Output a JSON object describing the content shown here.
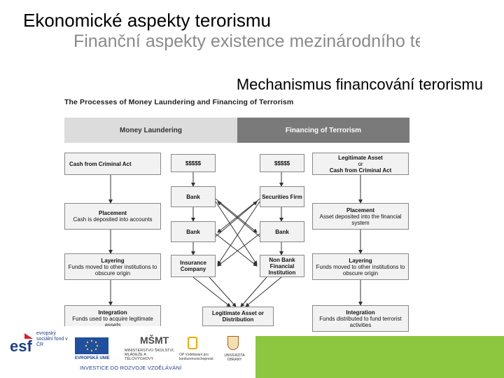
{
  "slide": {
    "title": "Ekonomické aspekty terorismu",
    "subtitle": "Finanční aspekty existence mezinárodního terorismu",
    "heading": "Mechanismus financování terorismu"
  },
  "figure": {
    "title": "The Processes of Money Laundering and Financing of Terrorism",
    "band_left": "Money Laundering",
    "band_right": "Financing of Terrorism",
    "left_column": {
      "source": "Cash from Criminal Act",
      "placement_title": "Placement",
      "placement_desc": "Cash is deposited into accounts",
      "layering_title": "Layering",
      "layering_desc": "Funds moved to other institutions to obscure origin",
      "integration_title": "Integration",
      "integration_desc": "Funds used to acquire legitimate assets"
    },
    "middle_left": {
      "cash": "$$$$$",
      "bank1": "Bank",
      "bank2": "Bank",
      "insurance": "Insurance Company"
    },
    "middle_right": {
      "cash": "$$$$$",
      "securities": "Securities Firm",
      "bank": "Bank",
      "nonbank": "Non Bank Financial Institution"
    },
    "bottom_center": "Legitimate Asset or Distribution",
    "right_column": {
      "source_line1": "Legitimate Asset",
      "source_line2": "or",
      "source_line3": "Cash from Criminal Act",
      "placement_title": "Placement",
      "placement_desc": "Asset deposited into the financial system",
      "layering_title": "Layering",
      "layering_desc": "Funds moved to other institutions to obscure origin",
      "integration_title": "Integration",
      "integration_desc": "Funds distributed to fund terrorist activities"
    }
  },
  "footer": {
    "esf": "evropský sociální fond v ČR",
    "eu": "EVROPSKÁ UNIE",
    "msmt": "MINISTERSTVO ŠKOLSTVÍ, MLÁDEŽE A TĚLOVÝCHOVY",
    "op": "OP Vzdělávání pro konkurenceschopnost",
    "uni": "UNIVERZITA OBRANY",
    "tagline": "INVESTICE DO ROZVOJE VZDĚLÁVÁNÍ"
  },
  "colors": {
    "accent_green": "#8dc63f",
    "esf_blue": "#1d3f8a"
  }
}
